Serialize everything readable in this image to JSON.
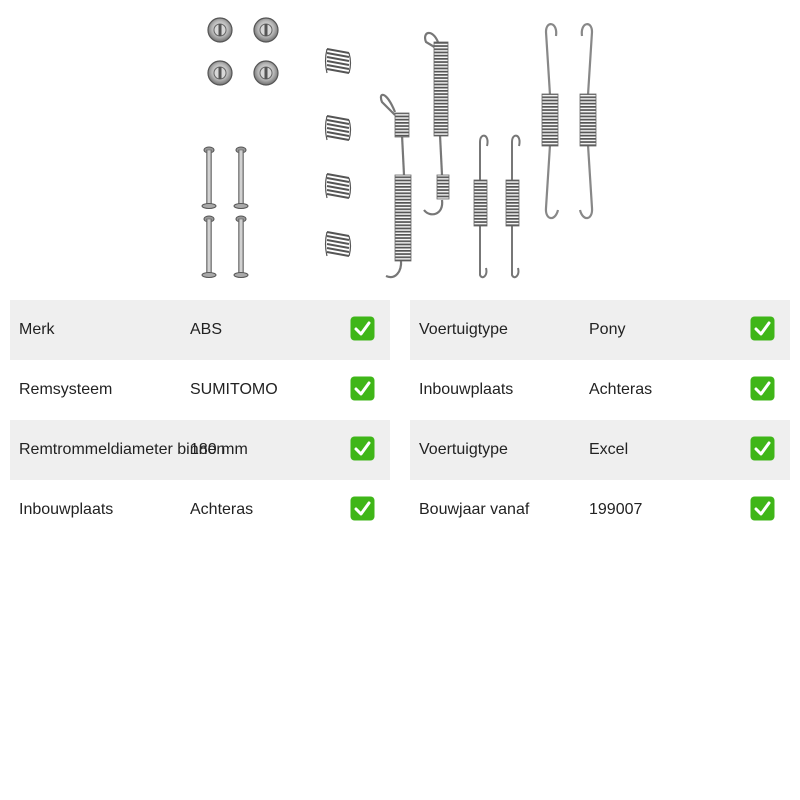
{
  "product": {
    "image_icon": "brake-shoe-fitting-kit-icon"
  },
  "left_table": {
    "rows": [
      {
        "label": "Merk",
        "value": "ABS"
      },
      {
        "label": "Remsysteem",
        "value": "SUMITOMO"
      },
      {
        "label": "Remtrommeldiameter binnen",
        "value": "180 mm"
      },
      {
        "label": "Inbouwplaats",
        "value": "Achteras"
      }
    ]
  },
  "right_table": {
    "rows": [
      {
        "label": "Voertuigtype",
        "value": "Pony"
      },
      {
        "label": "Inbouwplaats",
        "value": "Achteras"
      },
      {
        "label": "Voertuigtype",
        "value": "Excel"
      },
      {
        "label": "Bouwjaar vanaf",
        "value": "199007"
      }
    ]
  },
  "check_icon": "check-mark-icon",
  "colors": {
    "shaded_row": "#efefef",
    "check_green": "#3fb618",
    "metal": "#8a8a8a"
  }
}
